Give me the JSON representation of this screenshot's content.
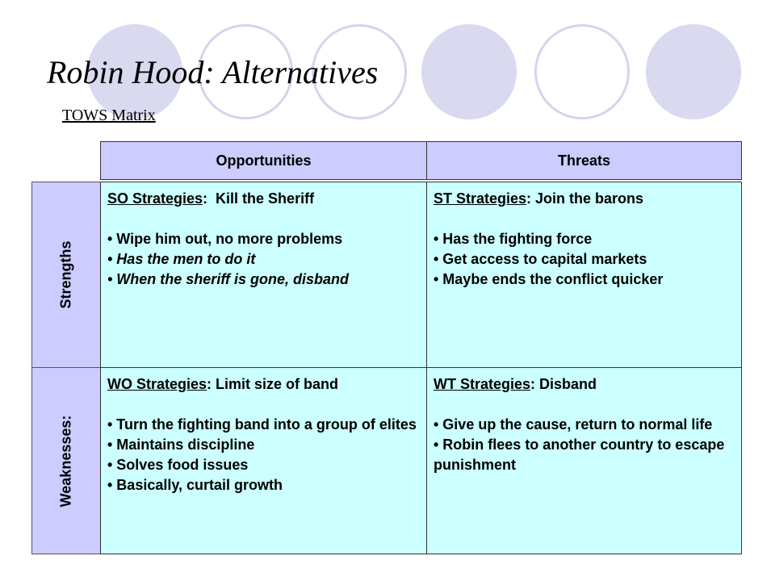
{
  "title": "Robin Hood: Alternatives",
  "subtitle": "TOWS Matrix",
  "columns": {
    "opportunities": "Opportunities",
    "threats": "Threats"
  },
  "rows": {
    "strengths": "Strengths",
    "weaknesses": "Weaknesses:"
  },
  "cells": {
    "so": {
      "label": "SO Strategies",
      "heading": "Kill the Sheriff",
      "items": [
        "• Wipe him out, no more problems",
        "• Has the men to do it",
        "• When the sheriff is gone, disband"
      ]
    },
    "st": {
      "label": "ST Strategies",
      "heading": "Join the barons",
      "items": [
        "• Has the fighting force",
        "• Get access to capital markets",
        "• Maybe ends the conflict quicker"
      ]
    },
    "wo": {
      "label": "WO Strategies",
      "heading": "Limit size of band",
      "items": [
        "• Turn the fighting band into a group of elites",
        "• Maintains discipline",
        "• Solves food issues",
        "• Basically, curtail growth"
      ]
    },
    "wt": {
      "label": "WT Strategies",
      "heading": "Disband",
      "items": [
        "• Give up the cause, return to normal life",
        "• Robin flees to another country to escape punishment"
      ]
    }
  },
  "colors": {
    "header_fill": "#ccccff",
    "cell_fill": "#ccffff",
    "circle_fill": "#d9d9f0"
  }
}
